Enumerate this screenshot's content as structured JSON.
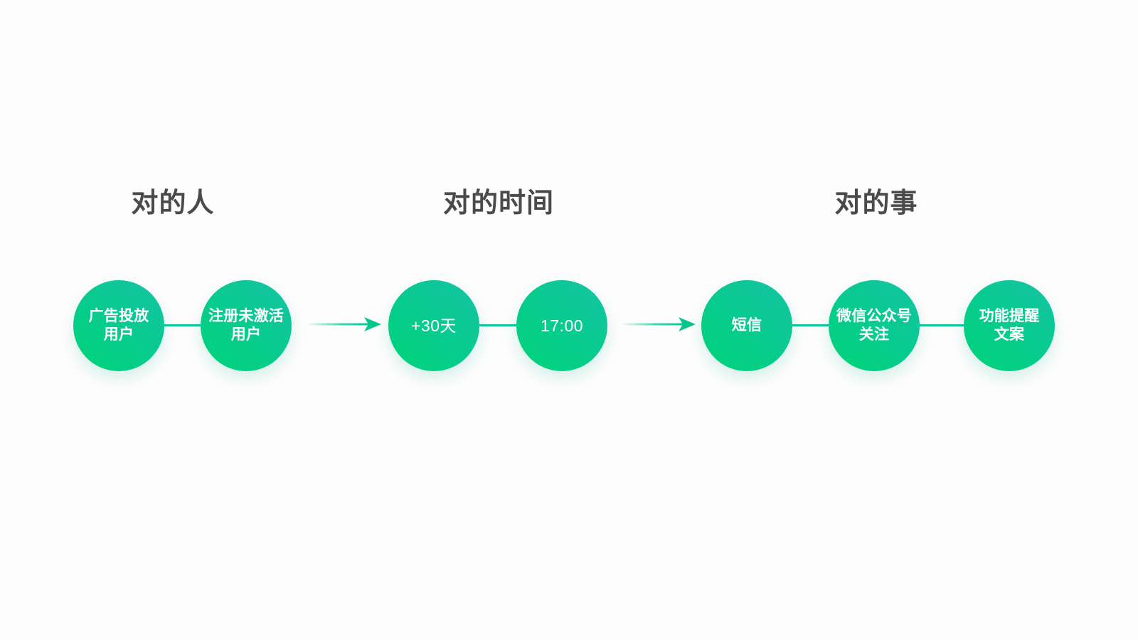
{
  "page": {
    "background_color": "#fdfdfd",
    "title_color": "#4a4a4a",
    "node_gradient_from": "#00d477",
    "node_gradient_to": "#15c3a3",
    "connector_color": "#11c79c",
    "node_label_color": "#ffffff"
  },
  "groups": [
    {
      "title": "对的人",
      "nodes": [
        {
          "label": "广告投放\n用户",
          "kind": "text"
        },
        {
          "label": "注册未激活\n用户",
          "kind": "text"
        }
      ]
    },
    {
      "title": "对的时间",
      "nodes": [
        {
          "label": "+30天",
          "kind": "numeric"
        },
        {
          "label": "17:00",
          "kind": "numeric"
        }
      ]
    },
    {
      "title": "对的事",
      "nodes": [
        {
          "label": "短信",
          "kind": "text"
        },
        {
          "label": "微信公众号\n关注",
          "kind": "text"
        },
        {
          "label": "功能提醒\n文案",
          "kind": "text"
        }
      ]
    }
  ],
  "arrows": [
    {
      "name": "arrow-people-to-time",
      "direction": "right"
    },
    {
      "name": "arrow-time-to-action",
      "direction": "right"
    }
  ]
}
